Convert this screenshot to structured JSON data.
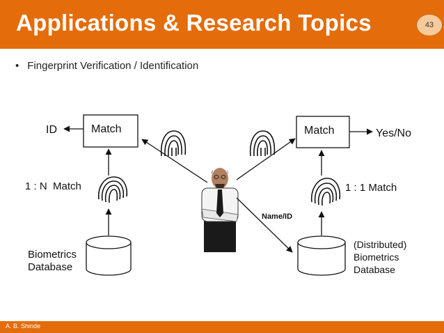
{
  "slide": {
    "title": "Applications & Research Topics",
    "page_number": "43",
    "bullet": "Fingerprint Verification / Identification",
    "author": "A. B. Shinde"
  },
  "diagram": {
    "left_match_label": "Match",
    "left_output_label": "ID",
    "left_mode_label": "1 : N  Match",
    "left_db_line1": "Biometrics",
    "left_db_line2": "Database",
    "right_match_label": "Match",
    "right_output_label": "Yes/No",
    "right_mode_label": "1 : 1 Match",
    "claim_label": "Name/ID",
    "right_db_line1": "(Distributed)",
    "right_db_line2": "Biometrics",
    "right_db_line3": "Database"
  },
  "colors": {
    "accent": "#e46c0a",
    "badge": "#f7ca9b"
  }
}
